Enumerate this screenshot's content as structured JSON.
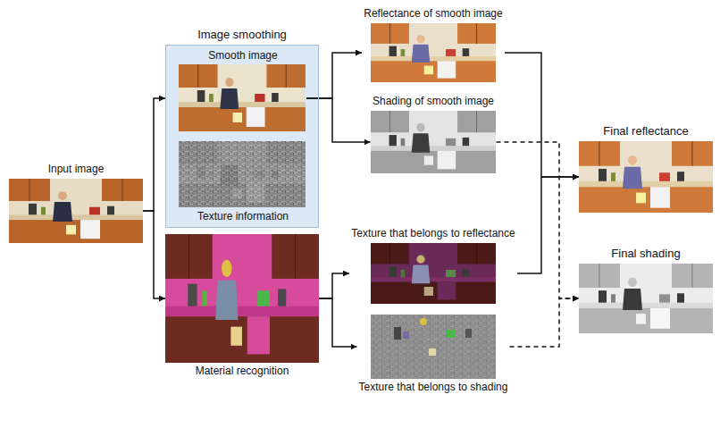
{
  "diagram": {
    "nodes": [
      {
        "text": [
          "Input image"
        ]
      },
      {
        "text": [
          "Image smoothing"
        ]
      },
      {
        "text": [
          "Smooth image"
        ],
        "in": 1
      },
      {
        "text": [
          "Texture information"
        ],
        "in": 1
      },
      {
        "text": [
          "Material recognition"
        ]
      },
      {
        "text": [
          "Reflectance of smooth image"
        ]
      },
      {
        "text": [
          "Shading of smooth image"
        ]
      },
      {
        "text": [
          "Texture that belongs to reflectance"
        ]
      },
      {
        "text": [
          "Texture that belongs to shading"
        ]
      },
      {
        "text": [
          "Final reflectance"
        ]
      },
      {
        "text": [
          "Final shading"
        ]
      }
    ],
    "edges": [
      {
        "from": 0,
        "to": 1,
        "arrow": "to"
      },
      {
        "from": 0,
        "to": 4,
        "arrow": "to"
      },
      {
        "from": 2,
        "to": 5,
        "arrow": "to"
      },
      {
        "from": 2,
        "to": 6,
        "arrow": "to"
      },
      {
        "from": 4,
        "to": 7,
        "arrow": "to"
      },
      {
        "from": 4,
        "to": 8,
        "arrow": "to"
      },
      {
        "from": 5,
        "to": 9,
        "arrow": "to"
      },
      {
        "from": 7,
        "to": 9,
        "arrow": "to"
      },
      {
        "from": 6,
        "to": 10,
        "arrow": "to"
      },
      {
        "from": 8,
        "to": 10,
        "arrow": "to"
      }
    ]
  }
}
